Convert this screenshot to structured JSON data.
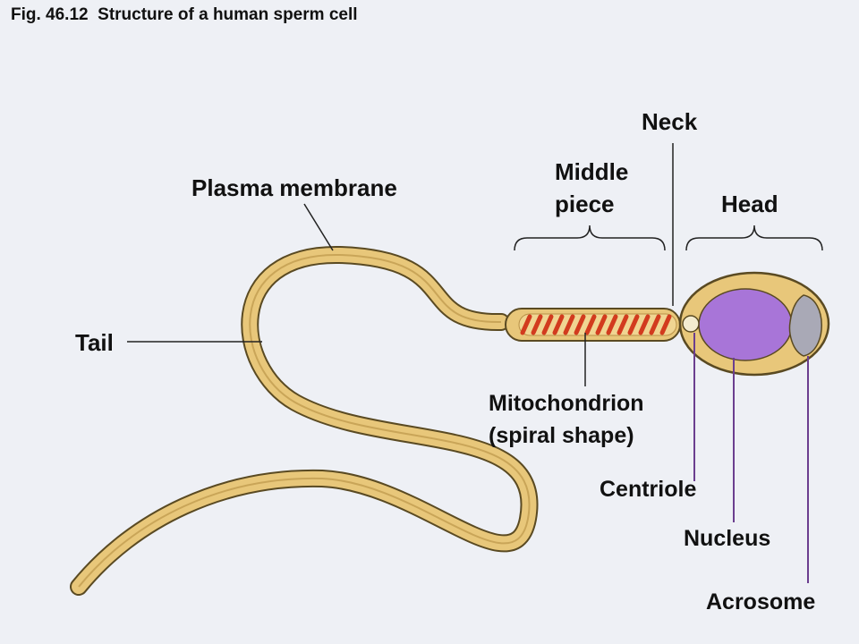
{
  "figure": {
    "title": "Fig. 46.12  Structure of a human sperm cell"
  },
  "labels": {
    "neck": "Neck",
    "middle_piece_line1": "Middle",
    "middle_piece_line2": "piece",
    "head": "Head",
    "plasma_membrane": "Plasma membrane",
    "tail": "Tail",
    "mitochondrion_line1": "Mitochondrion",
    "mitochondrion_line2": "(spiral shape)",
    "centriole": "Centriole",
    "nucleus": "Nucleus",
    "acrosome": "Acrosome"
  },
  "colors": {
    "background": "#eef0f5",
    "cell_outline": "#5a4a22",
    "cell_fill": "#e8c77a",
    "mitochondrion": "#d23b1e",
    "nucleus": "#a875d8",
    "acrosome": "#a9a9b6",
    "centriole": "#f4ecd0",
    "purple_leader": "#6b3e8f"
  }
}
